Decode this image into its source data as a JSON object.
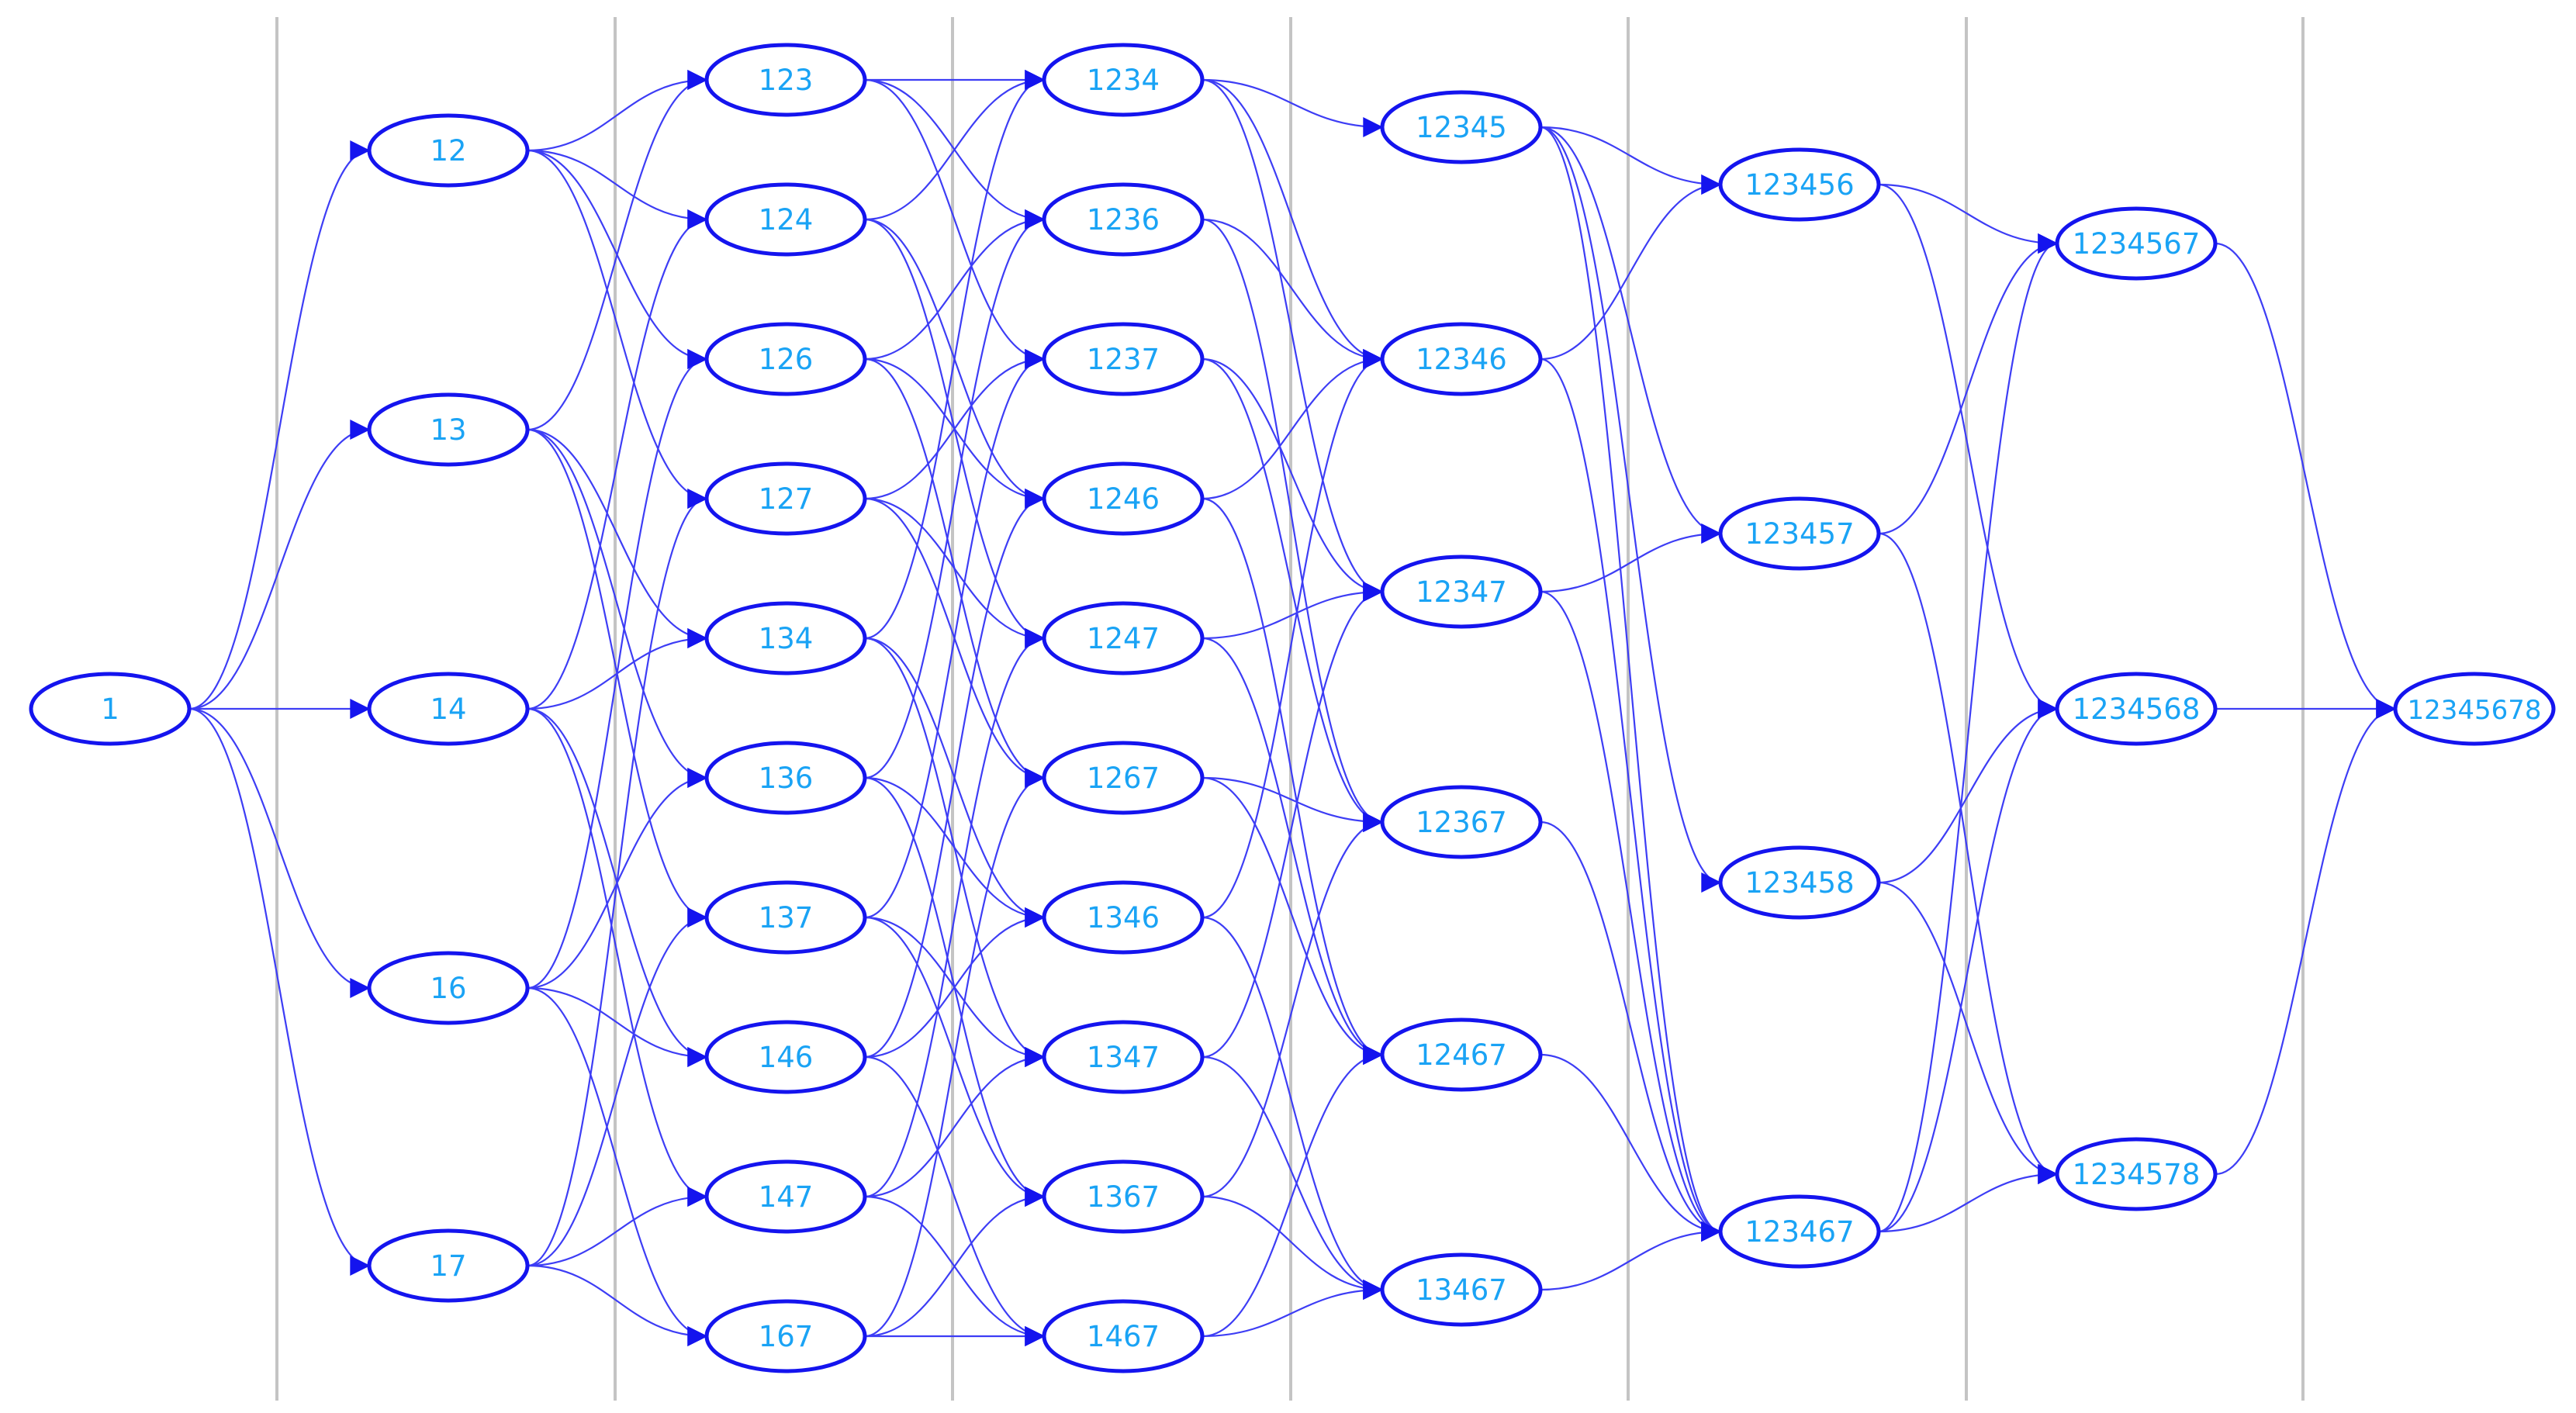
{
  "diagram": {
    "colors": {
      "edge": "#3d3df5",
      "arrow": "#1414ee",
      "node_stroke": "#1414ee",
      "label": "#1aa3f5",
      "separator": "#c4c4c4",
      "background": "#ffffff"
    },
    "columns": [
      [
        "1"
      ],
      [
        "12",
        "13",
        "14",
        "16",
        "17"
      ],
      [
        "123",
        "124",
        "126",
        "127",
        "134",
        "136",
        "137",
        "146",
        "147",
        "167"
      ],
      [
        "1234",
        "1236",
        "1237",
        "1246",
        "1247",
        "1267",
        "1346",
        "1347",
        "1367",
        "1467"
      ],
      [
        "12345",
        "12346",
        "12347",
        "12367",
        "12467",
        "13467"
      ],
      [
        "123456",
        "123457",
        "123458",
        "123467"
      ],
      [
        "1234567",
        "1234568",
        "1234578"
      ],
      [
        "12345678"
      ]
    ],
    "edges": [
      [
        "1",
        "12"
      ],
      [
        "1",
        "13"
      ],
      [
        "1",
        "14"
      ],
      [
        "1",
        "16"
      ],
      [
        "1",
        "17"
      ],
      [
        "12",
        "123"
      ],
      [
        "12",
        "124"
      ],
      [
        "12",
        "126"
      ],
      [
        "12",
        "127"
      ],
      [
        "13",
        "123"
      ],
      [
        "13",
        "134"
      ],
      [
        "13",
        "136"
      ],
      [
        "13",
        "137"
      ],
      [
        "14",
        "124"
      ],
      [
        "14",
        "134"
      ],
      [
        "14",
        "146"
      ],
      [
        "14",
        "147"
      ],
      [
        "16",
        "126"
      ],
      [
        "16",
        "136"
      ],
      [
        "16",
        "146"
      ],
      [
        "16",
        "167"
      ],
      [
        "17",
        "127"
      ],
      [
        "17",
        "137"
      ],
      [
        "17",
        "147"
      ],
      [
        "17",
        "167"
      ],
      [
        "123",
        "1234"
      ],
      [
        "123",
        "1236"
      ],
      [
        "123",
        "1237"
      ],
      [
        "124",
        "1234"
      ],
      [
        "124",
        "1246"
      ],
      [
        "124",
        "1247"
      ],
      [
        "126",
        "1236"
      ],
      [
        "126",
        "1246"
      ],
      [
        "126",
        "1267"
      ],
      [
        "127",
        "1237"
      ],
      [
        "127",
        "1247"
      ],
      [
        "127",
        "1267"
      ],
      [
        "134",
        "1234"
      ],
      [
        "134",
        "1346"
      ],
      [
        "134",
        "1347"
      ],
      [
        "136",
        "1236"
      ],
      [
        "136",
        "1346"
      ],
      [
        "136",
        "1367"
      ],
      [
        "137",
        "1237"
      ],
      [
        "137",
        "1347"
      ],
      [
        "137",
        "1367"
      ],
      [
        "146",
        "1246"
      ],
      [
        "146",
        "1346"
      ],
      [
        "146",
        "1467"
      ],
      [
        "147",
        "1247"
      ],
      [
        "147",
        "1347"
      ],
      [
        "147",
        "1467"
      ],
      [
        "167",
        "1267"
      ],
      [
        "167",
        "1367"
      ],
      [
        "167",
        "1467"
      ],
      [
        "1234",
        "12345"
      ],
      [
        "1234",
        "12346"
      ],
      [
        "1234",
        "12347"
      ],
      [
        "1236",
        "12346"
      ],
      [
        "1236",
        "12367"
      ],
      [
        "1237",
        "12347"
      ],
      [
        "1237",
        "12367"
      ],
      [
        "1246",
        "12346"
      ],
      [
        "1246",
        "12467"
      ],
      [
        "1247",
        "12347"
      ],
      [
        "1247",
        "12467"
      ],
      [
        "1267",
        "12367"
      ],
      [
        "1267",
        "12467"
      ],
      [
        "1346",
        "12346"
      ],
      [
        "1346",
        "13467"
      ],
      [
        "1347",
        "12347"
      ],
      [
        "1347",
        "13467"
      ],
      [
        "1367",
        "12367"
      ],
      [
        "1367",
        "13467"
      ],
      [
        "1467",
        "12467"
      ],
      [
        "1467",
        "13467"
      ],
      [
        "12345",
        "123456"
      ],
      [
        "12345",
        "123457"
      ],
      [
        "12345",
        "123458"
      ],
      [
        "12345",
        "123467"
      ],
      [
        "12346",
        "123456"
      ],
      [
        "12346",
        "123467"
      ],
      [
        "12347",
        "123457"
      ],
      [
        "12347",
        "123467"
      ],
      [
        "12367",
        "123467"
      ],
      [
        "12467",
        "123467"
      ],
      [
        "13467",
        "123467"
      ],
      [
        "123456",
        "1234567"
      ],
      [
        "123456",
        "1234568"
      ],
      [
        "123457",
        "1234567"
      ],
      [
        "123457",
        "1234578"
      ],
      [
        "123458",
        "1234568"
      ],
      [
        "123458",
        "1234578"
      ],
      [
        "123467",
        "1234567"
      ],
      [
        "123467",
        "1234568"
      ],
      [
        "123467",
        "1234578"
      ],
      [
        "1234567",
        "12345678"
      ],
      [
        "1234568",
        "12345678"
      ],
      [
        "1234578",
        "12345678"
      ]
    ]
  }
}
